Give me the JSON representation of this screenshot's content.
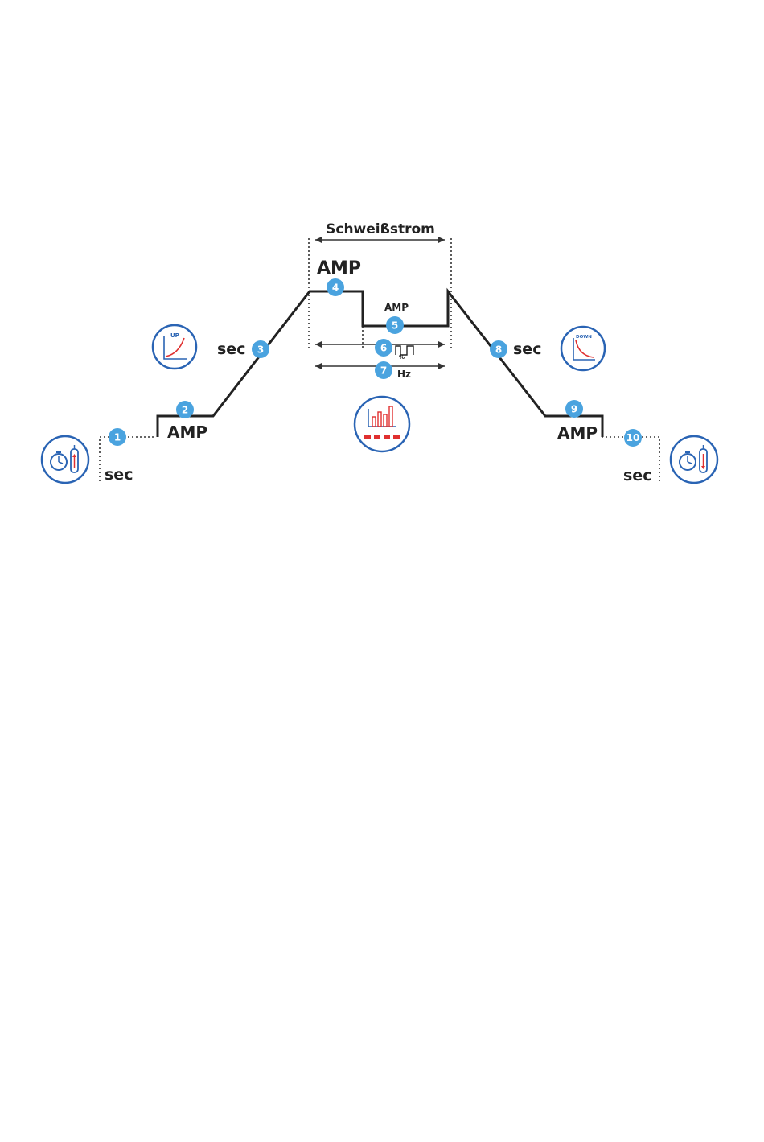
{
  "colors": {
    "line": "#222222",
    "badge": "#4aa3df",
    "icon_ring": "#2a64b4",
    "accent_red": "#e03030"
  },
  "header": {
    "title": "Schweißstrom"
  },
  "labels": {
    "sec_1": "sec",
    "amp_2": "AMP",
    "sec_3": "sec",
    "amp_4": "AMP",
    "amp_5": "AMP",
    "hz_7": "Hz",
    "sec_8": "sec",
    "amp_9": "AMP",
    "sec_10": "sec"
  },
  "badges": [
    "1",
    "2",
    "3",
    "4",
    "5",
    "6",
    "7",
    "8",
    "9",
    "10"
  ],
  "icons": {
    "up_text": "UP",
    "down_text": "DOWN",
    "percent_text": "%"
  }
}
